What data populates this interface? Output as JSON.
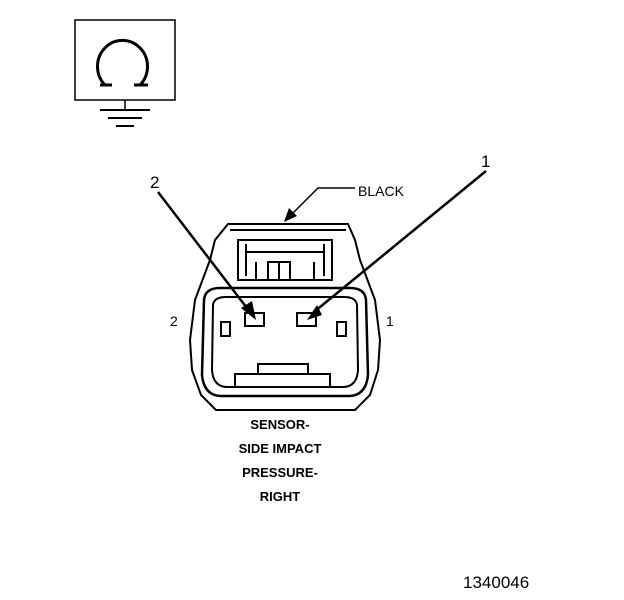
{
  "symbol": {
    "icon": "ohmmeter-ground-icon"
  },
  "callouts": {
    "pin_2": "2",
    "pin_1": "1"
  },
  "connector": {
    "color": "BLACK",
    "pin_labels": {
      "left": "2",
      "right": "1"
    },
    "caption": [
      "SENSOR-",
      "SIDE IMPACT",
      "PRESSURE-",
      "RIGHT"
    ]
  },
  "figure_id": "1340046"
}
